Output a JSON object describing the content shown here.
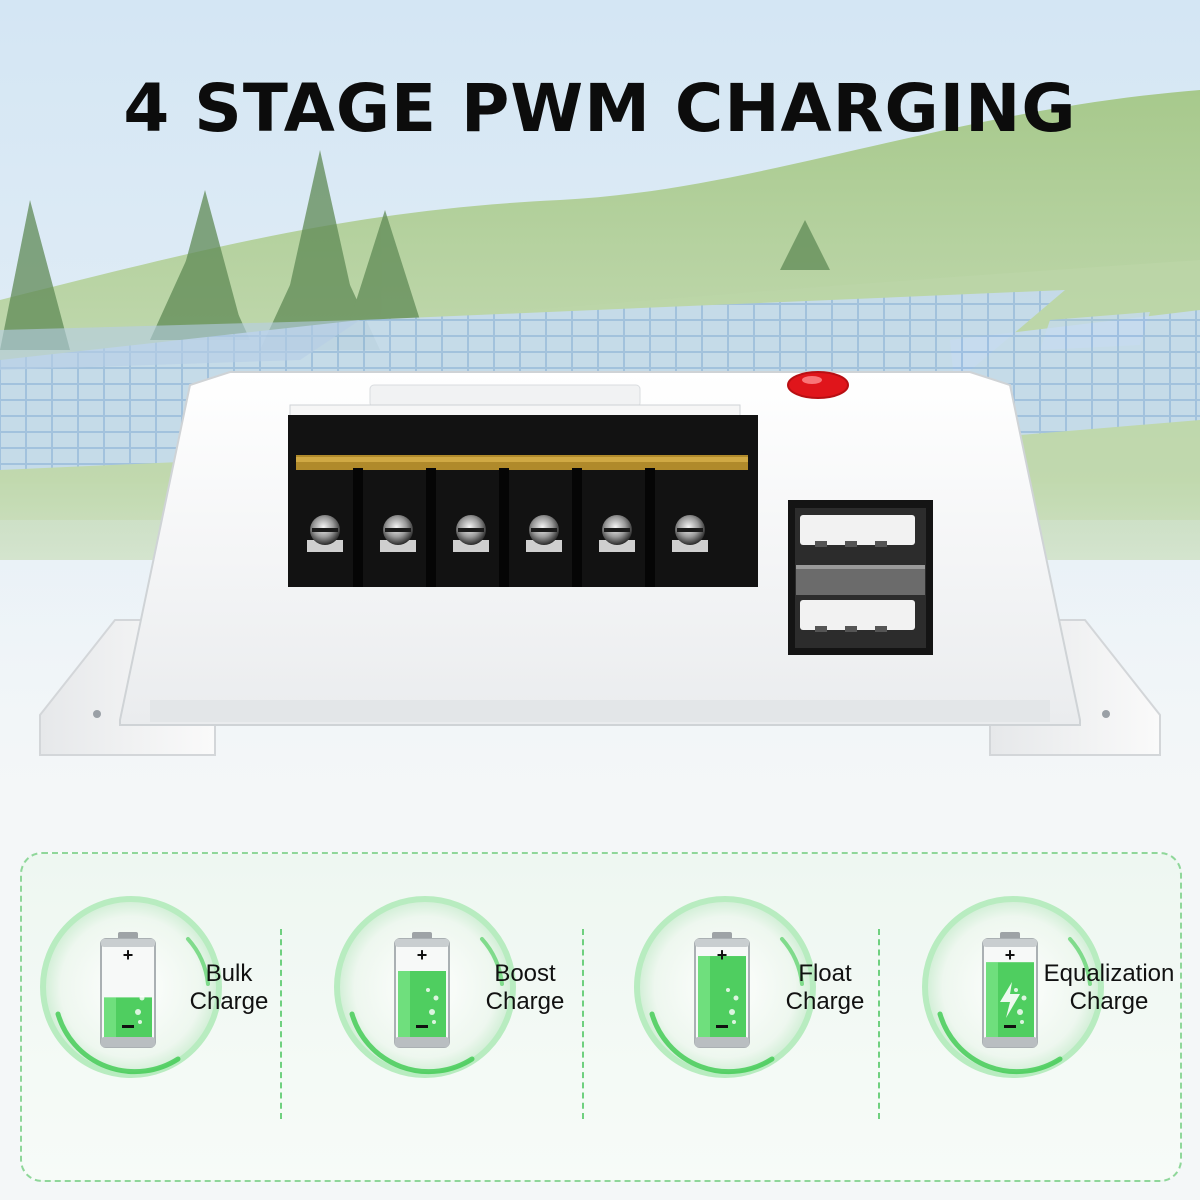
{
  "headline": "4 STAGE PWM CHARGING",
  "colors": {
    "accent_green": "#3cc94f",
    "panel_border": "#8fd79a",
    "reset_button": "#e0151b",
    "headline": "#0c0c0c"
  },
  "device": {
    "terminal_count": 6,
    "usb_ports": 2
  },
  "stages": [
    {
      "line1": "Bulk",
      "line2": "Charge",
      "icon": "battery-icon",
      "fill": 0.45
    },
    {
      "line1": "Boost",
      "line2": "Charge",
      "icon": "battery-icon",
      "fill": 0.75
    },
    {
      "line1": "Float",
      "line2": "Charge",
      "icon": "battery-icon",
      "fill": 0.92
    },
    {
      "line1": "Equalization",
      "line2": "Charge",
      "icon": "battery-bolt-icon",
      "fill": 0.85
    }
  ]
}
